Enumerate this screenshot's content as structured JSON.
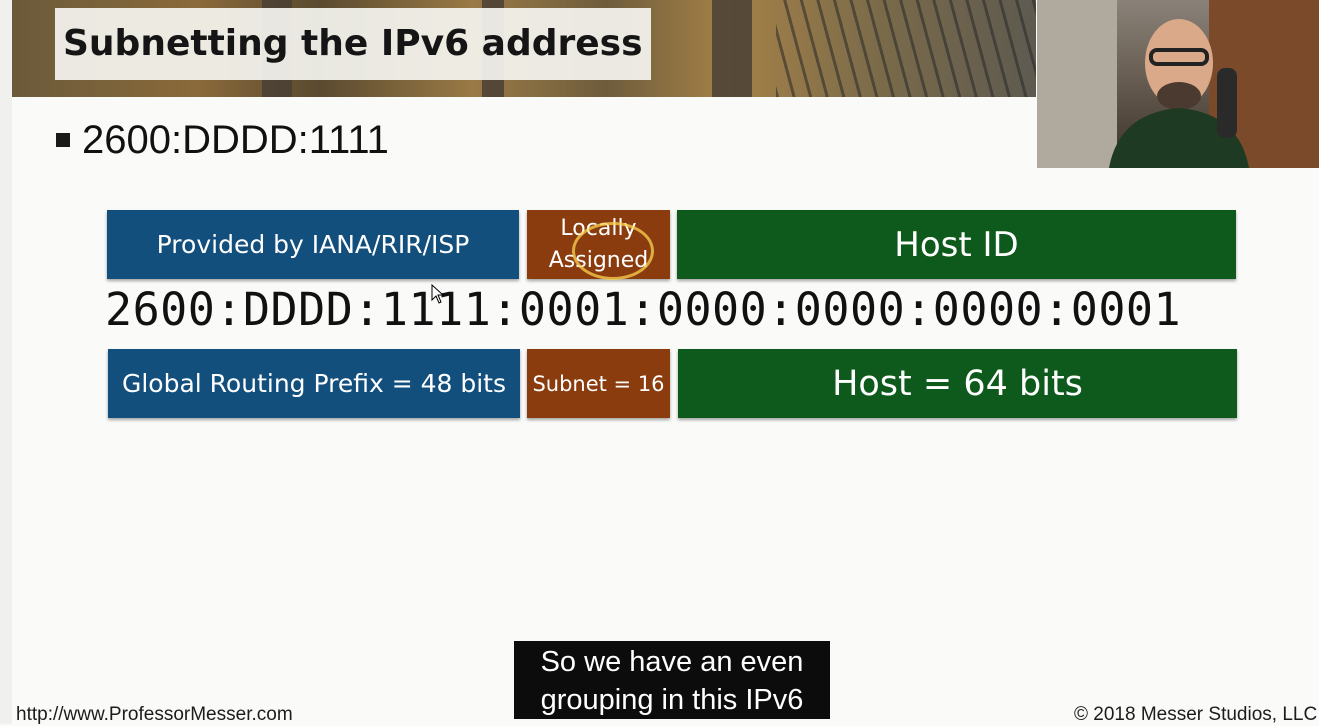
{
  "slide": {
    "title": "Subnetting the IPv6 address",
    "bullet": "2600:DDDD:1111",
    "top_boxes": {
      "provided": "Provided by IANA/RIR/ISP",
      "locally_line1": "Locally",
      "locally_line2": "Assigned",
      "host_id": "Host ID"
    },
    "address": "2600:DDDD:1111:0001:0000:0000:0000:0001",
    "bottom_boxes": {
      "prefix": "Global Routing Prefix = 48 bits",
      "subnet": "Subnet =  16",
      "host": "Host = 64 bits"
    },
    "colors": {
      "blue": "#134f7d",
      "brown": "#8b3c0e",
      "green": "#0e5a1c"
    }
  },
  "caption": {
    "line1": "So we have an even",
    "line2": "grouping in this IPv6"
  },
  "footer": {
    "left": "http://www.ProfessorMesser.com",
    "right": "© 2018 Messer Studios, LLC"
  }
}
